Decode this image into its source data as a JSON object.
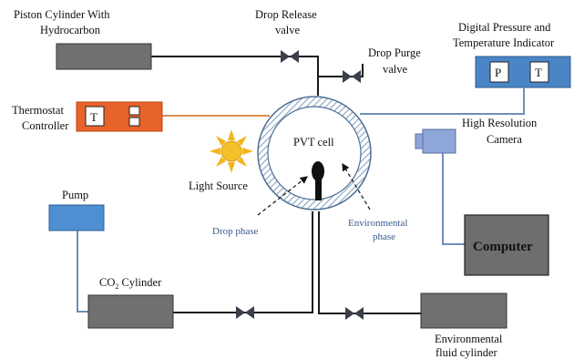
{
  "diagram": {
    "labels": {
      "piston_line1": "Piston Cylinder With",
      "piston_line2": "Hydrocarbon",
      "drop_release_line1": "Drop Release",
      "drop_release_line2": "valve",
      "drop_purge_line1": "Drop Purge",
      "drop_purge_line2": "valve",
      "digital_line1": "Digital Pressure and",
      "digital_line2": "Temperature Indicator",
      "pressure_letter": "P",
      "temperature_letter": "T",
      "thermostat_line1": "Thermostat",
      "thermostat_line2": "Controller",
      "thermostat_letter": "T",
      "pvt_cell": "PVT cell",
      "light_source": "Light Source",
      "camera_line1": "High Resolution",
      "camera_line2": "Camera",
      "pump": "Pump",
      "drop_phase": "Drop phase",
      "env_phase_line1": "Environmental",
      "env_phase_line2": "phase",
      "computer": "Computer",
      "co2_prefix": "CO",
      "co2_subscript": "2",
      "co2_suffix": " Cylinder",
      "env_fluid_line1": "Environmental",
      "env_fluid_line2": "fluid cylinder"
    },
    "colors": {
      "cylinder_gray": "#707070",
      "thermostat_orange": "#e8632a",
      "indicator_blue": "#4a86c5",
      "pump_blue": "#4d8fd0",
      "camera_blue": "#8ea6d8",
      "pipe_black": "#1a1a1a",
      "pipe_blue": "#6f8fb8",
      "pipe_orange": "#d99050",
      "cell_hatch": "#8fa9c4",
      "sun_yellow": "#f2b61c",
      "computer_gray": "#6e6e6e"
    }
  }
}
